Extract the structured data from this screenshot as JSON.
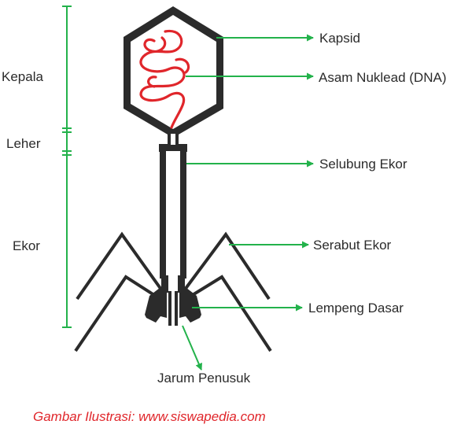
{
  "diagram": {
    "regions": {
      "kepala": "Kepala",
      "leher": "Leher",
      "ekor": "Ekor"
    },
    "callouts": {
      "kapsid": "Kapsid",
      "dna": "Asam Nuklead (DNA)",
      "selubung": "Selubung Ekor",
      "serabut": "Serabut Ekor",
      "lempeng": "Lempeng Dasar",
      "jarum": "Jarum Penusuk"
    },
    "credit": "Gambar Ilustrasi: www.siswapedia.com"
  },
  "colors": {
    "pointer": "#23b24b",
    "dna": "#e0262b",
    "structure": "#2b2b2b",
    "credit": "#e0262b"
  }
}
